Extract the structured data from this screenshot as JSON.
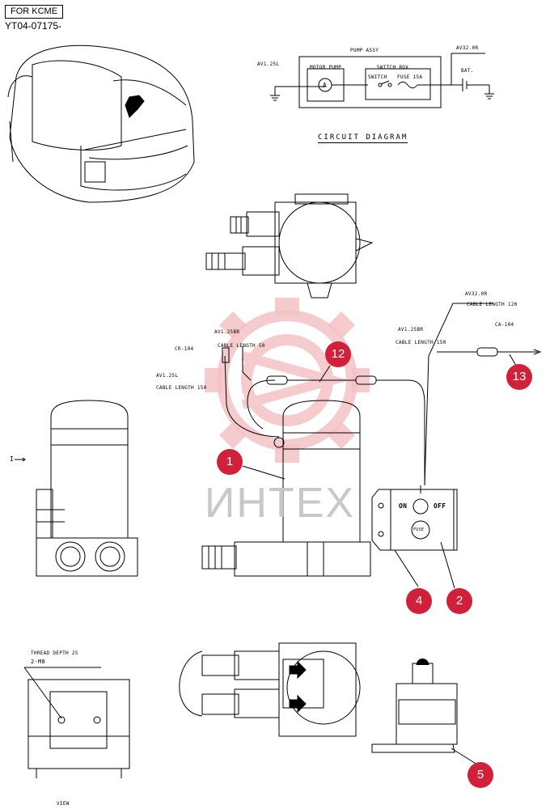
{
  "header": {
    "tag": "FOR KCME",
    "code": "YT04-07175-"
  },
  "circuit": {
    "title": "CIRCUIT DIAGRAM",
    "pump_assy": "PUMP ASSY",
    "motor_pump": "MOTOR PUMP",
    "switch_box": "SWITCH BOX",
    "switch": "SWITCH",
    "fuse": "FUSE 15A",
    "motor_symbol": "A",
    "left_wire": "AV1.25L",
    "right_wire": "AV32.0R",
    "battery": "BAT."
  },
  "wiring": {
    "w1_name": "AV1.25BR",
    "w1_len": "CABLE LENGTH 50",
    "cr": "CR-104",
    "w2_name": "AV1.25L",
    "w2_len": "CABLE LENGTH 150",
    "w3_name": "AV1.25BR",
    "w3_len": "CABLE LENGTH 150",
    "w4_name": "AV32.0R",
    "w4_len": "CABLE LENGTH 120",
    "ca": "CA-104"
  },
  "switchbox": {
    "on": "ON",
    "off": "OFF",
    "fuse": "FUSE"
  },
  "bottom": {
    "thread_depth": "THREAD DEPTH 25",
    "thread": "2-M8",
    "view": "VIEW",
    "arrow_label": "I"
  },
  "callouts": [
    "12",
    "13",
    "1",
    "4",
    "2",
    "5"
  ],
  "watermark": "ИНТЕХ"
}
